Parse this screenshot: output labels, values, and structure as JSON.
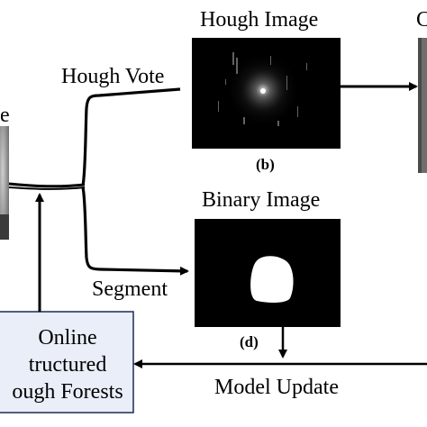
{
  "labels": {
    "hough_image_title": "Hough Image",
    "hough_vote": "Hough Vote",
    "hough_caption": "(b)",
    "binary_image_title": "Binary Image",
    "segment": "Segment",
    "binary_caption": "(d)",
    "model_update": "Model Update",
    "left_partial_label": "e",
    "right_partial_label": "C"
  },
  "forest_box": {
    "line1": "Online",
    "line2": "tructured",
    "line3": "ough Forests"
  },
  "colors": {
    "box_fill": "#e9eef8",
    "box_border": "#1c2a55",
    "line": "#000000",
    "image_background": "#000000",
    "binary_blob": "#ffffff"
  }
}
